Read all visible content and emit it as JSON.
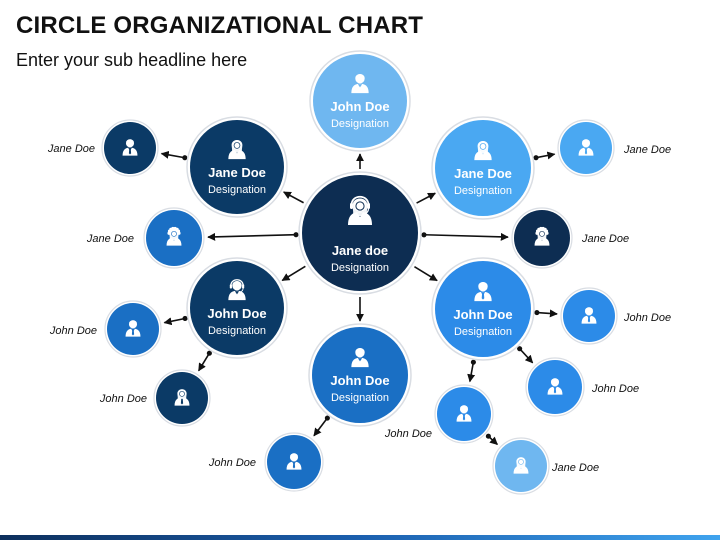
{
  "header": {
    "title": "CIRCLE ORGANIZATIONAL CHART",
    "subtitle": "Enter your sub headline here"
  },
  "colors": {
    "navy": "#0b3a66",
    "dark_navy": "#0d2d52",
    "mid_blue": "#1a6fc4",
    "bright_blue": "#2c8be8",
    "light_blue": "#4aa8f2",
    "pale_blue": "#6fb7f0",
    "arrow": "#111111"
  },
  "nodes": [
    {
      "id": "center",
      "name": "Jane doe",
      "designation": "Designation",
      "icon": "woman-headset-icon",
      "color": "dark_navy"
    },
    {
      "id": "top",
      "name": "John Doe",
      "designation": "Designation",
      "icon": "man-icon",
      "color": "pale_blue"
    },
    {
      "id": "upper-left",
      "name": "Jane Doe",
      "designation": "Designation",
      "icon": "woman-icon",
      "color": "navy"
    },
    {
      "id": "upper-right",
      "name": "Jane Doe",
      "designation": "Designation",
      "icon": "woman-icon",
      "color": "light_blue"
    },
    {
      "id": "lower-left",
      "name": "John Doe",
      "designation": "Designation",
      "icon": "man-headset-icon",
      "color": "navy"
    },
    {
      "id": "lower-right",
      "name": "John Doe",
      "designation": "Designation",
      "icon": "man-tie-icon",
      "color": "bright_blue"
    },
    {
      "id": "bottom",
      "name": "John Doe",
      "designation": "Designation",
      "icon": "man-icon",
      "color": "mid_blue"
    }
  ],
  "satellites": [
    {
      "label": "Jane Doe",
      "icon": "man-tie-icon",
      "color": "navy"
    },
    {
      "label": "Jane Doe",
      "icon": "woman-curly-icon",
      "color": "mid_blue"
    },
    {
      "label": "John Doe",
      "icon": "man-tie-icon",
      "color": "mid_blue"
    },
    {
      "label": "John Doe",
      "icon": "woman-tie-icon",
      "color": "navy"
    },
    {
      "label": "John Doe",
      "icon": "man-tie-icon",
      "color": "mid_blue"
    },
    {
      "label": "Jane Doe",
      "icon": "man-tie-icon",
      "color": "light_blue"
    },
    {
      "label": "Jane Doe",
      "icon": "woman-curly-icon",
      "color": "dark_navy"
    },
    {
      "label": "John Doe",
      "icon": "man-tie-icon",
      "color": "bright_blue"
    },
    {
      "label": "John Doe",
      "icon": "man-tie-icon",
      "color": "bright_blue"
    },
    {
      "label": "John Doe",
      "icon": "man-tie-icon",
      "color": "bright_blue"
    },
    {
      "label": "Jane Doe",
      "icon": "woman-icon",
      "color": "pale_blue"
    }
  ]
}
